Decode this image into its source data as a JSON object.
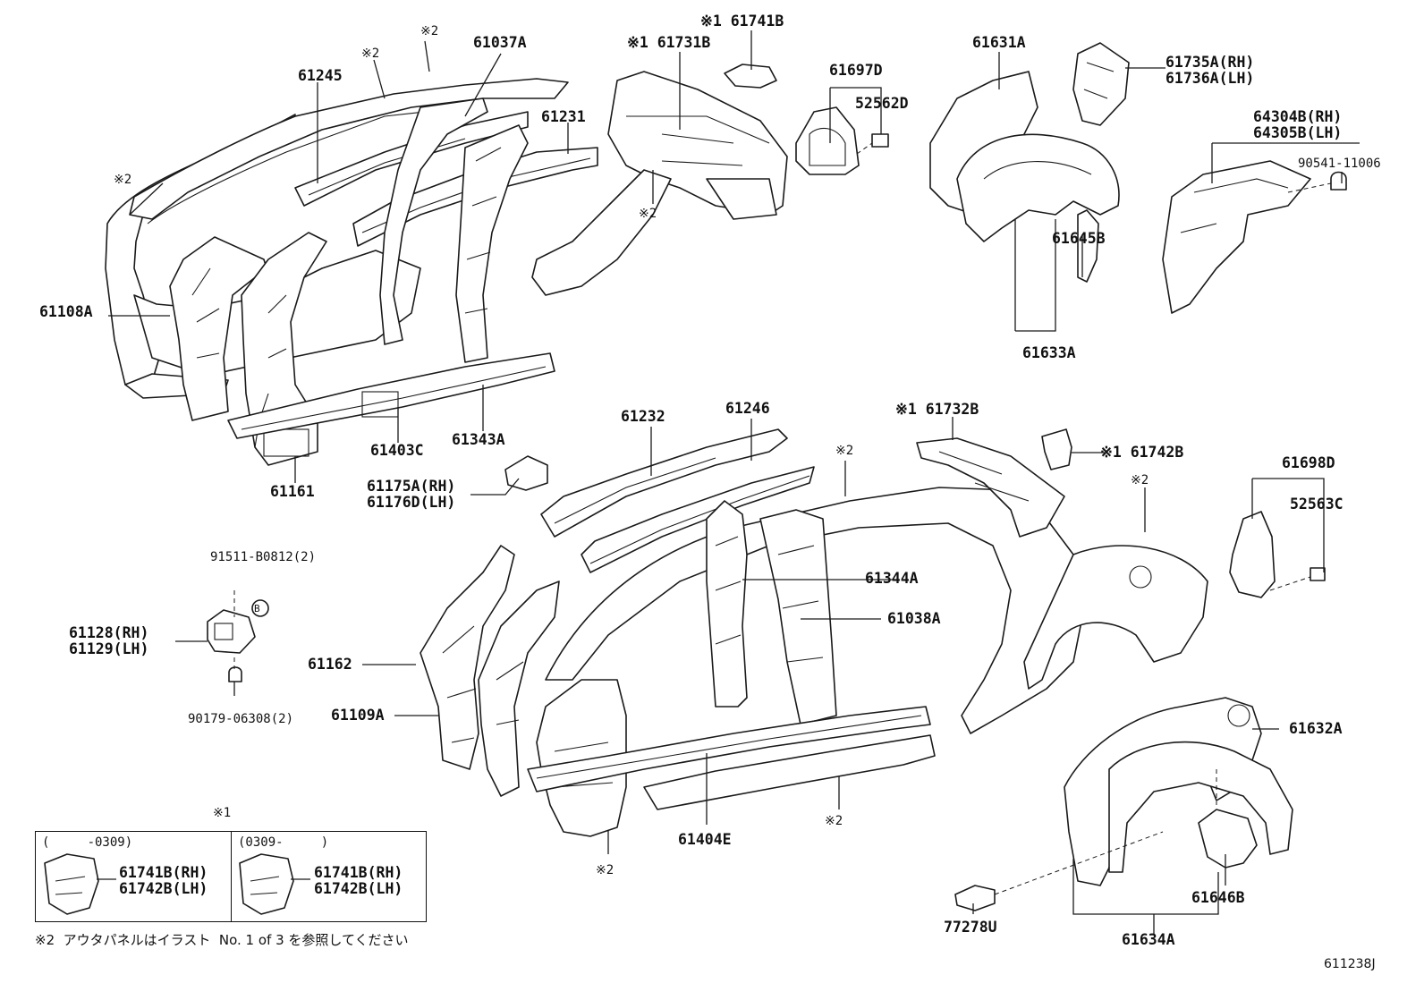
{
  "diagram": {
    "labels": {
      "p61245": "61245",
      "p61037A": "61037A",
      "n2_a": "※2",
      "n2_b": "※2",
      "n2_c": "※2",
      "p61231": "61231",
      "p61108A": "61108A",
      "p61161": "61161",
      "p61403C": "61403C",
      "p61343A": "61343A",
      "p61731B": "※1 61731B",
      "p61741B_top": "※1 61741B",
      "n2_d": "※2",
      "p61697D": "61697D",
      "p52562D": "52562D",
      "p61631A": "61631A",
      "p61735A": "61735A(RH)",
      "p61736A": "61736A(LH)",
      "p64304B": "64304B(RH)",
      "p64305B": "64305B(LH)",
      "p90541": "90541-11006",
      "p61645B": "61645B",
      "p61633A": "61633A",
      "p61232": "61232",
      "p61246": "61246",
      "p61732B": "※1 61732B",
      "p61742B_top": "※1 61742B",
      "n2_e": "※2",
      "n2_f": "※2",
      "p61698D": "61698D",
      "p52563C": "52563C",
      "p61175A": "61175A(RH)",
      "p61176D": "61176D(LH)",
      "p91511": "91511-B0812(2)",
      "p61128": "61128(RH)",
      "p61129": "61129(LH)",
      "p90179": "90179-06308(2)",
      "p61162": "61162",
      "p61109A": "61109A",
      "p61344A": "61344A",
      "p61038A": "61038A",
      "p61404E": "61404E",
      "n2_g": "※2",
      "n2_h": "※2",
      "p61632A": "61632A",
      "p61646B": "61646B",
      "p61634A": "61634A",
      "p77278U": "77278U",
      "n1_inset": "※1",
      "b_marker": "B"
    },
    "inset": {
      "left_range": "(     -0309)",
      "right_range": "(0309-     )",
      "left_rh": "61741B(RH)",
      "left_lh": "61742B(LH)",
      "right_rh": "61741B(RH)",
      "right_lh": "61742B(LH)"
    },
    "footnote": "※2  アウタパネルはイラスト  No. 1 of 3 を参照してください",
    "figure_id": "611238J"
  }
}
